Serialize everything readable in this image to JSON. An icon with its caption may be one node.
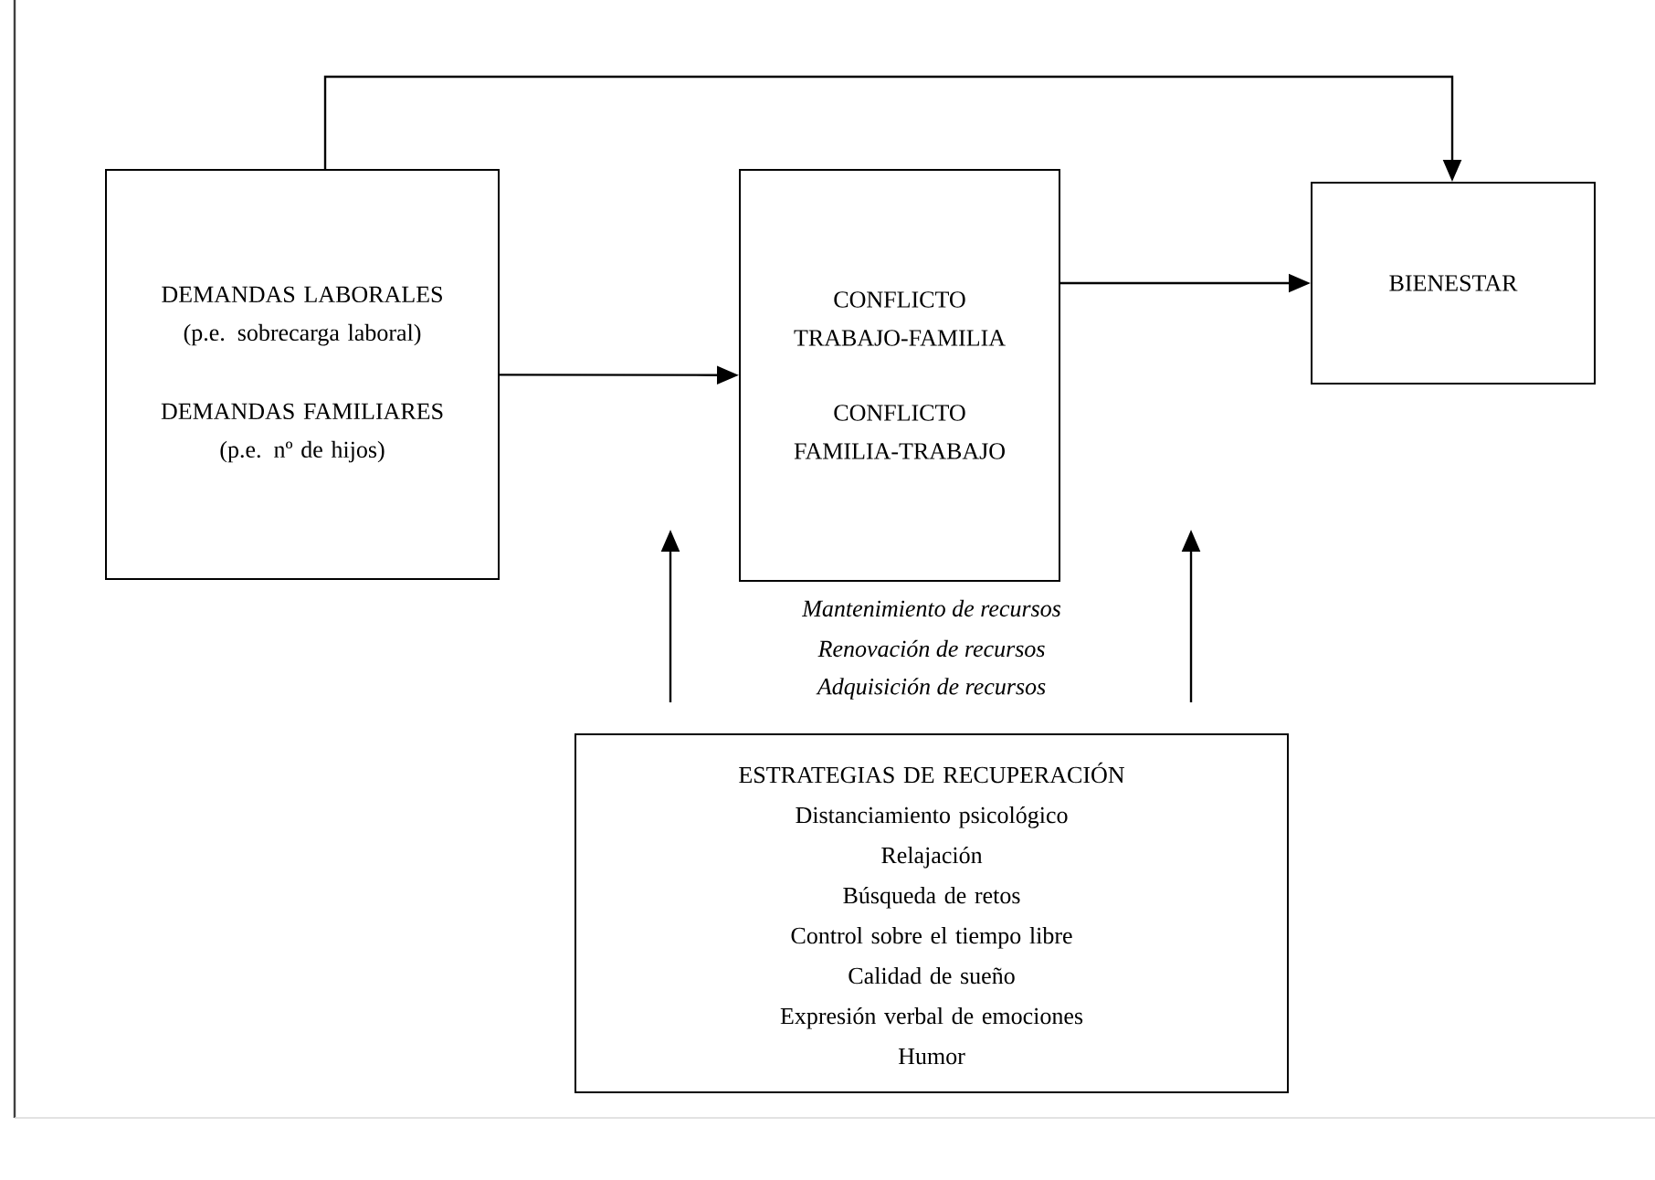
{
  "diagram": {
    "nodes": [
      {
        "text": [
          "DEMANDAS LABORALES",
          "(p.e. sobrecarga laboral)",
          "DEMANDAS FAMILIARES",
          "(p.e. nº de hijos)"
        ]
      },
      {
        "text": [
          "CONFLICTO TRABAJO-FAMILIA",
          "CONFLICTO FAMILIA-TRABAJO"
        ]
      },
      {
        "text": [
          "BIENESTAR"
        ]
      },
      {
        "text": [
          "ESTRATEGIAS DE RECUPERACIÓN",
          "Distanciamiento psicológico",
          "Relajación",
          "Búsqueda de retos",
          "Control sobre el tiempo libre",
          "Calidad de sueño",
          "Expresión verbal de emociones",
          "Humor"
        ]
      }
    ],
    "edges": [
      {
        "from": 0,
        "to": 1,
        "arrow": "to"
      },
      {
        "from": 1,
        "to": 2,
        "arrow": "to"
      },
      {
        "from": 0,
        "to": 2,
        "arrow": "to"
      },
      {
        "from": 3,
        "to": null,
        "arrow": "to"
      },
      {
        "from": 3,
        "to": null,
        "arrow": "to"
      }
    ],
    "labels": [
      "Mantenimiento de recursos",
      "Renovación de recursos",
      "Adquisición de recursos"
    ]
  }
}
